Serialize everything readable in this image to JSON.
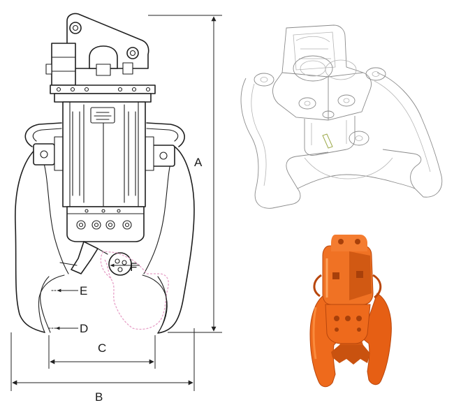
{
  "labels": {
    "a": "A",
    "b": "B",
    "c": "C",
    "d": "D",
    "e": "E",
    "f": "F"
  },
  "colors": {
    "line": "#1e1e1e",
    "jaw_trace": "#e7a1c8",
    "render_orange": "#ee6a1c",
    "render_shadow": "#b8460c",
    "render_highlight": "#ff9a4a"
  }
}
